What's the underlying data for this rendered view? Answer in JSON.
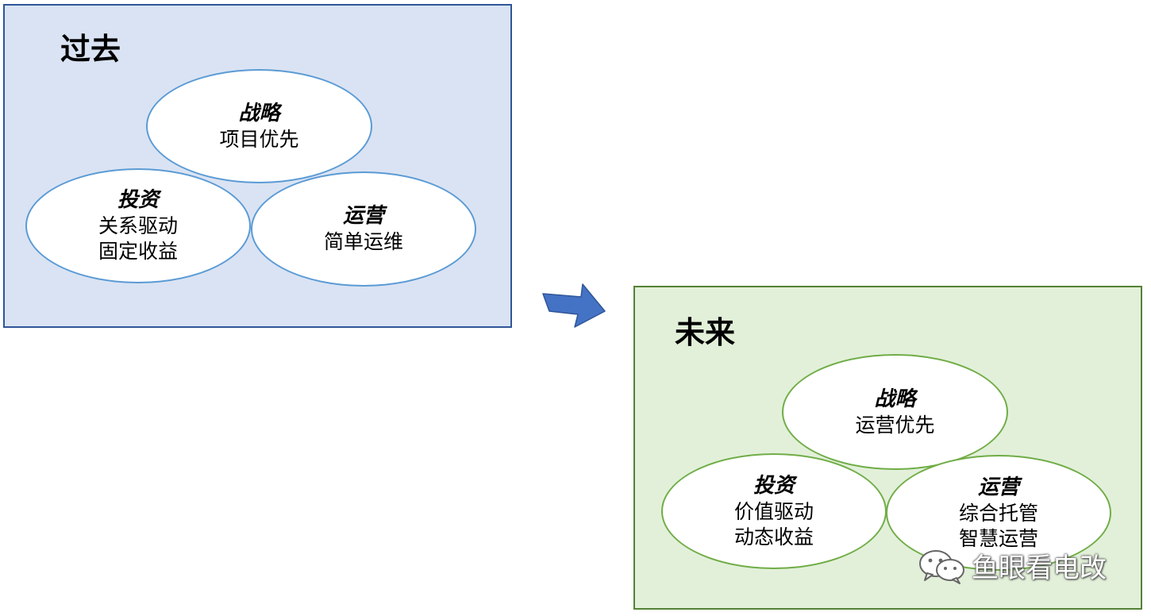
{
  "past": {
    "title": "过去",
    "strategy": {
      "heading": "战略",
      "lines": [
        "项目优先"
      ]
    },
    "investment": {
      "heading": "投资",
      "lines": [
        "关系驱动",
        "固定收益"
      ]
    },
    "operation": {
      "heading": "运营",
      "lines": [
        "简单运维"
      ]
    }
  },
  "future": {
    "title": "未来",
    "strategy": {
      "heading": "战略",
      "lines": [
        "运营优先"
      ]
    },
    "investment": {
      "heading": "投资",
      "lines": [
        "价值驱动",
        "动态收益"
      ]
    },
    "operation": {
      "heading": "运营",
      "lines": [
        "综合托管",
        "智慧运营"
      ]
    }
  },
  "watermark": {
    "text": "鱼眼看电改",
    "icon": "wechat-icon"
  },
  "colors": {
    "past_bg": "#dae3f3",
    "past_border": "#2f5597",
    "past_ellipse_border": "#5b9bd5",
    "future_bg": "#e2f0d9",
    "future_border": "#548235",
    "future_ellipse_border": "#70ad47",
    "arrow": "#4472c4"
  }
}
